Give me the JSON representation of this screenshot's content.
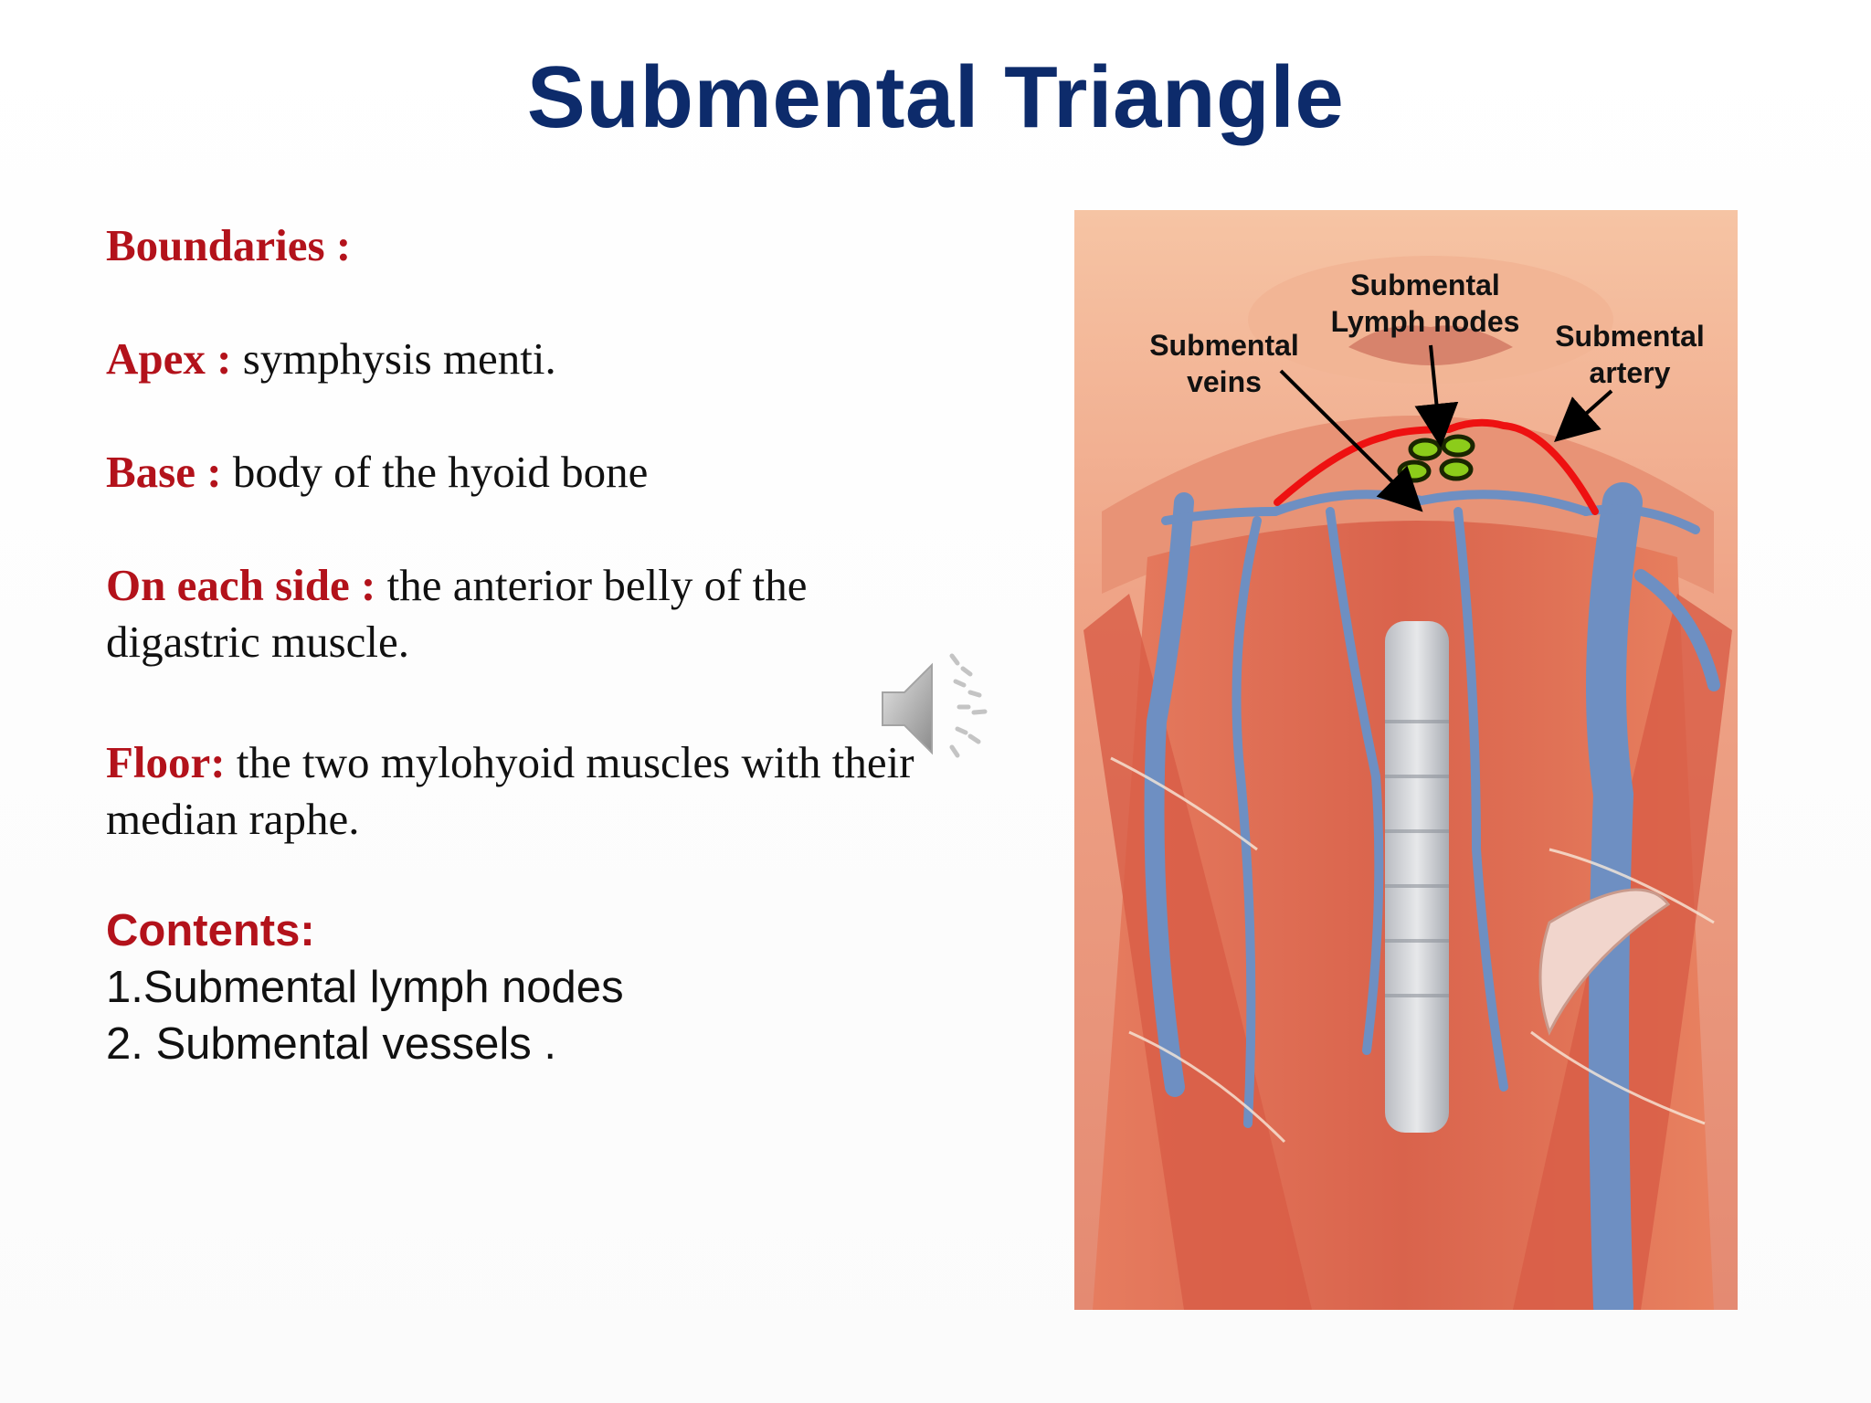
{
  "title": "Submental Triangle",
  "boundaries": {
    "heading": "Boundaries :",
    "apex_label": "Apex :",
    "apex_text": " symphysis menti.",
    "base_label": "Base :",
    "base_text": " body of the hyoid bone",
    "side_label": "On each side :",
    "side_text": " the anterior belly of the digastric muscle.",
    "floor_label": "Floor:",
    "floor_text": " the two mylohyoid muscles with their median raphe."
  },
  "contents": {
    "heading": "Contents:",
    "items": [
      "1.Submental lymph nodes",
      "2. Submental vessels ."
    ]
  },
  "figure": {
    "labels": {
      "lymph_nodes_line1": "Submental",
      "lymph_nodes_line2": "Lymph nodes",
      "veins_line1": "Submental",
      "veins_line2": "veins",
      "artery_line1": "Submental",
      "artery_line2": "artery"
    },
    "colors": {
      "boundary_line": "#ee1111",
      "lymph_node": "#8ccc1a",
      "vein": "#6e8fc2",
      "muscle": "#e07a5f"
    }
  },
  "icons": {
    "speaker": "speaker-icon"
  }
}
